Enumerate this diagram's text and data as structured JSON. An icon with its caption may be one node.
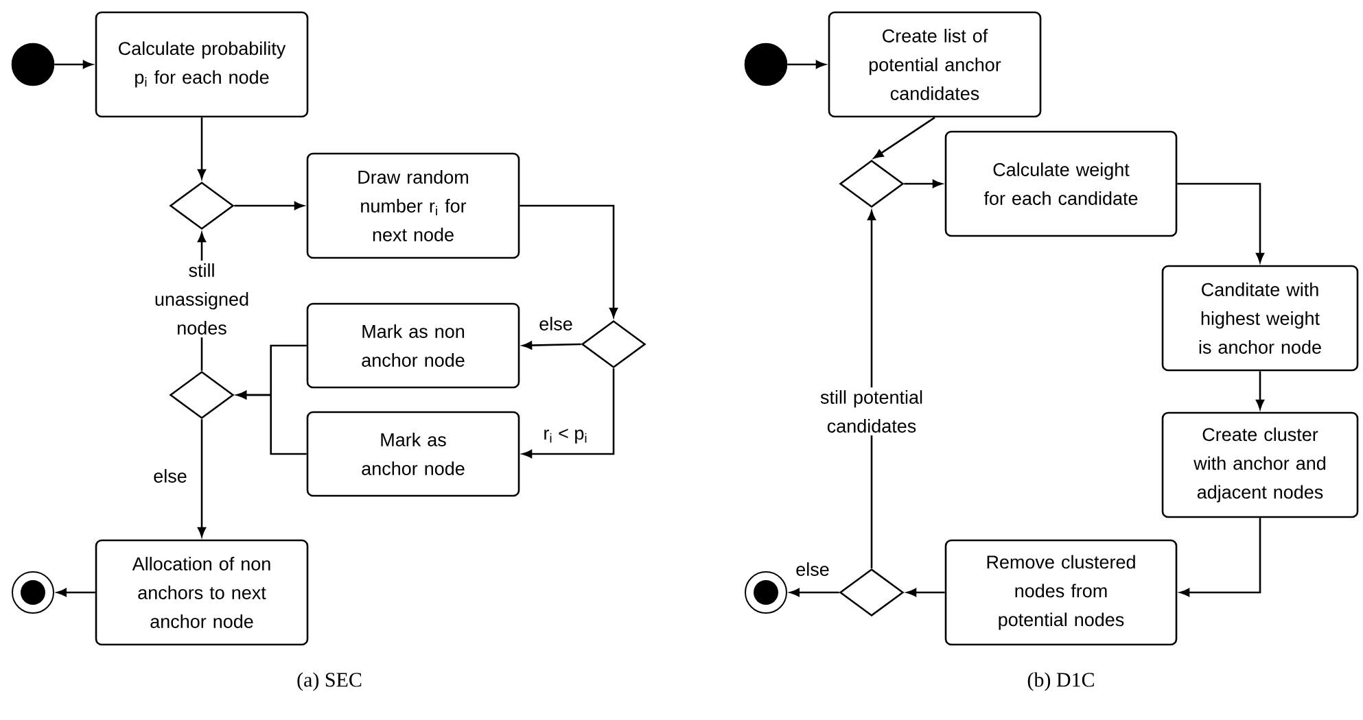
{
  "diagram": {
    "nodes": [
      {
        "text": [],
        "shape": "circle"
      },
      {
        "text": [
          "Calculate probability p$_{i}$ for each node"
        ]
      },
      {
        "text": [],
        "shape": "diamond"
      },
      {
        "text": [
          "Draw random number r$_{i}$ for next node"
        ]
      },
      {
        "text": [],
        "shape": "diamond"
      },
      {
        "text": [
          "Mark as non anchor node"
        ]
      },
      {
        "text": [
          "Mark as anchor node"
        ]
      },
      {
        "text": [],
        "shape": "diamond"
      },
      {
        "text": [
          "Allocation of non anchors to next anchor node"
        ]
      },
      {
        "text": [],
        "shape": "ring"
      },
      {
        "text": [],
        "shape": "circle"
      },
      {
        "text": [
          "Create list of potential anchor candidates"
        ]
      },
      {
        "text": [],
        "shape": "diamond"
      },
      {
        "text": [
          "Calculate weight for each candidate"
        ]
      },
      {
        "text": [
          "Canditate with highest weight is anchor node"
        ]
      },
      {
        "text": [
          "Create cluster with anchor and adjacent nodes"
        ]
      },
      {
        "text": [
          "Remove clustered nodes from potential nodes"
        ]
      },
      {
        "text": [],
        "shape": "diamond"
      },
      {
        "text": [],
        "shape": "ring"
      }
    ],
    "edges": [
      {
        "from": 0,
        "to": 1,
        "arrow": "to"
      },
      {
        "from": 1,
        "to": 2,
        "arrow": "to"
      },
      {
        "from": 2,
        "to": 3,
        "arrow": "to"
      },
      {
        "from": 3,
        "to": 4,
        "arrow": "to"
      },
      {
        "from": 4,
        "to": 5,
        "arrow": "to",
        "label": "else"
      },
      {
        "from": 4,
        "to": 6,
        "arrow": "to",
        "label": "r$_{i}$ < p$_{i}$"
      },
      {
        "from": 5,
        "to": 7,
        "arrow": "to"
      },
      {
        "from": 6,
        "to": 7,
        "arrow": "to"
      },
      {
        "from": 7,
        "to": 2,
        "arrow": "to",
        "label": "still unassigned nodes"
      },
      {
        "from": 7,
        "to": 8,
        "arrow": "to",
        "label": "else"
      },
      {
        "from": 8,
        "to": 9,
        "arrow": "to"
      },
      {
        "from": 10,
        "to": 11,
        "arrow": "to"
      },
      {
        "from": 11,
        "to": 12,
        "arrow": "to"
      },
      {
        "from": 12,
        "to": 13,
        "arrow": "to"
      },
      {
        "from": 13,
        "to": 14,
        "arrow": "to"
      },
      {
        "from": 14,
        "to": 15,
        "arrow": "to"
      },
      {
        "from": 15,
        "to": 16,
        "arrow": "to"
      },
      {
        "from": 16,
        "to": 17,
        "arrow": "to"
      },
      {
        "from": 17,
        "to": 18,
        "arrow": "to",
        "label": "else"
      },
      {
        "from": 17,
        "to": 12,
        "arrow": "to",
        "label": "still potential candidates"
      }
    ],
    "labels": [
      "(a) SEC",
      "(b) D1C"
    ]
  }
}
